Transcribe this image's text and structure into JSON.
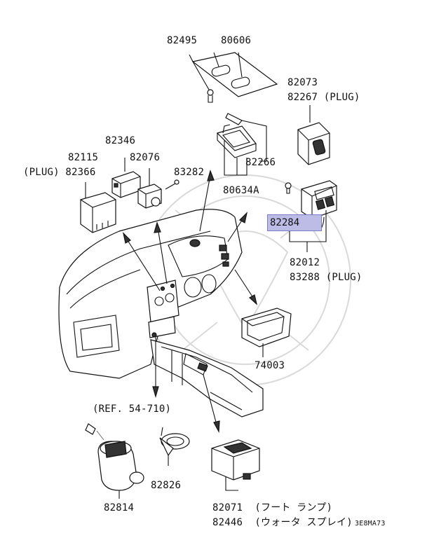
{
  "callouts": {
    "p82495": "82495",
    "p80606": "80606",
    "p82073": "82073",
    "p82267": "82267 (PLUG)",
    "p82346": "82346",
    "p82115": "82115",
    "p82076": "82076",
    "p82366": "(PLUG) 82366",
    "p83282": "83282",
    "p82266": "82266",
    "p80634a": "80634A",
    "p82284": "82284",
    "p82012": "82012",
    "p83288": "83288 (PLUG)",
    "p74003": "74003",
    "ref": "(REF. 54-710)",
    "p82826": "82826",
    "p82814": "82814",
    "p82071": "82071  (フート ランプ)",
    "p82446": "82446  (ウォータ スプレイ)"
  },
  "diagram_code": "3E8MA73",
  "colors": {
    "highlight_fill": "#bcbce6",
    "highlight_border": "#7a7ac8",
    "line": "#111111"
  }
}
